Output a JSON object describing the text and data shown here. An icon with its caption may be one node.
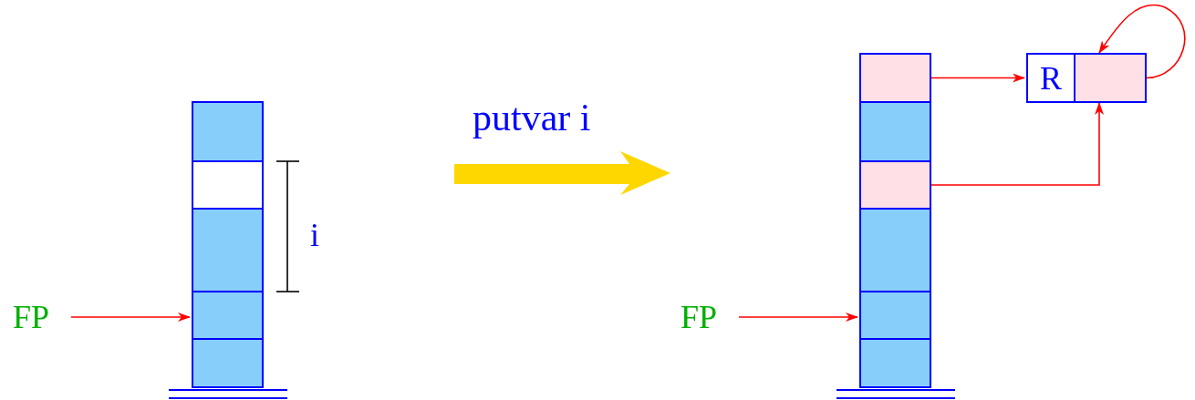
{
  "diagram": {
    "nodes": [
      {
        "text": [
          "FP"
        ]
      },
      {
        "text": [],
        "shape": "box"
      },
      {
        "text": [],
        "shape": "box"
      },
      {
        "text": [],
        "shape": "box"
      },
      {
        "text": [],
        "shape": "box"
      },
      {
        "text": [],
        "shape": "box"
      },
      {
        "text": [
          "FP"
        ]
      },
      {
        "text": [],
        "shape": "box"
      },
      {
        "text": [],
        "shape": "box"
      },
      {
        "text": [],
        "shape": "box"
      },
      {
        "text": [],
        "shape": "box"
      },
      {
        "text": [],
        "shape": "box"
      },
      {
        "text": [],
        "shape": "box"
      },
      {
        "text": [
          "R"
        ]
      },
      {
        "text": [],
        "shape": "box"
      }
    ],
    "edges": [
      {
        "from": 0,
        "to": 4,
        "arrow": "to"
      },
      {
        "from": 6,
        "to": 11,
        "arrow": "to"
      },
      {
        "from": 7,
        "to": 13,
        "arrow": "to"
      },
      {
        "from": 9,
        "to": 14,
        "arrow": "to"
      },
      {
        "from": 14,
        "to": 14,
        "arrow": "to"
      }
    ],
    "labels": [
      "putvar i",
      "i"
    ]
  }
}
